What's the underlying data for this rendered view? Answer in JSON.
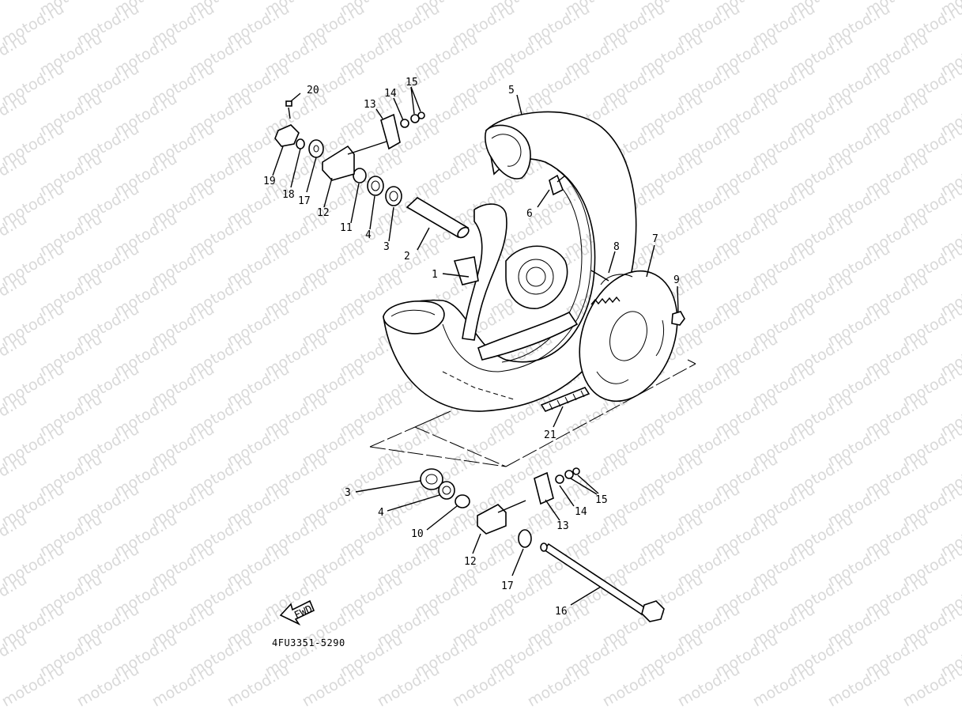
{
  "watermark": {
    "text": "motod.ru"
  },
  "diagram_code": "4FU3351-5290",
  "fwd_label": "FWD",
  "callouts": {
    "c1": "1",
    "c2": "2",
    "c3_top": "3",
    "c4_top": "4",
    "c5": "5",
    "c6": "6",
    "c7": "7",
    "c8": "8",
    "c9": "9",
    "c10": "10",
    "c11": "11",
    "c12_top": "12",
    "c13_top": "13",
    "c14_top": "14",
    "c15_top": "15",
    "c16": "16",
    "c17_top": "17",
    "c18": "18",
    "c19": "19",
    "c20": "20",
    "c21": "21",
    "c3_bot": "3",
    "c4_bot": "4",
    "c12_bot": "12",
    "c13_bot": "13",
    "c14_bot": "14",
    "c15_bot": "15",
    "c17_bot": "17"
  }
}
